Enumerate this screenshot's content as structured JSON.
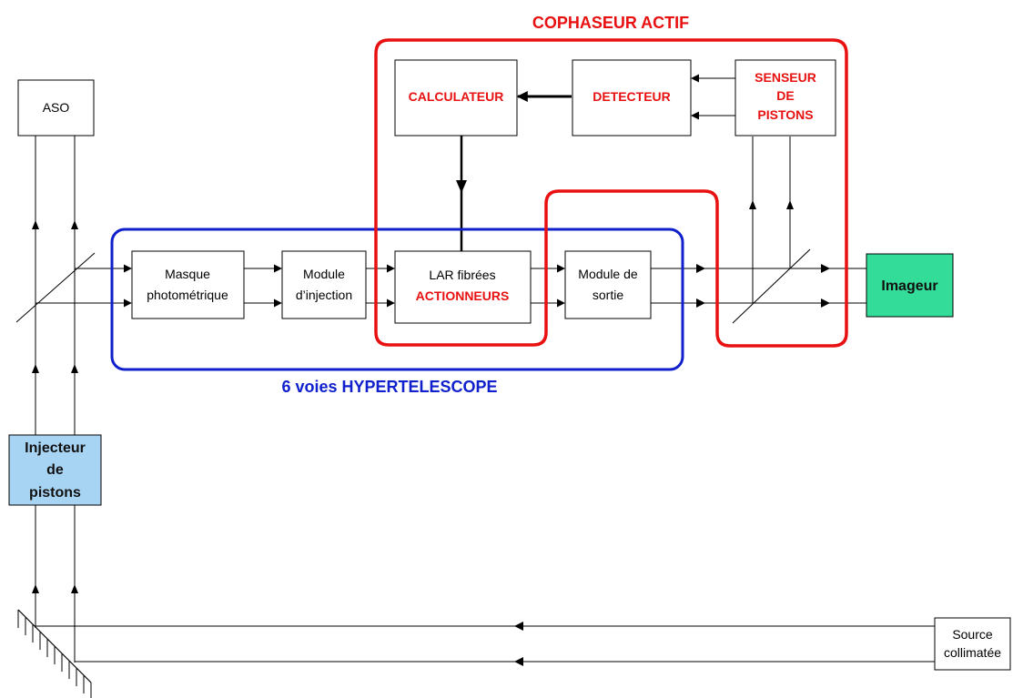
{
  "colors": {
    "red": "#e81010",
    "blue": "#1020cc",
    "imageur_fill": "#33dd99",
    "injecteur_fill": "#a8d4f4"
  },
  "groups": {
    "cophaseur": "COPHASEUR ACTIF",
    "hypertelescope": "6 voies HYPERTELESCOPE"
  },
  "boxes": {
    "aso": "ASO",
    "masque_l1": "Masque",
    "masque_l2": "photométrique",
    "injection_l1": "Module",
    "injection_l2": "d’injection",
    "lar_l1": "LAR fibrées",
    "lar_l2": "ACTIONNEURS",
    "sortie_l1": "Module de",
    "sortie_l2": "sortie",
    "calculateur": "CALCULATEUR",
    "detecteur": "DETECTEUR",
    "senseur_l1": "SENSEUR",
    "senseur_l2": "DE",
    "senseur_l3": "PISTONS",
    "imageur": "Imageur",
    "injecteur_l1": "Injecteur",
    "injecteur_l2": "de",
    "injecteur_l3": "pistons",
    "source_l1": "Source",
    "source_l2": "collimatée"
  }
}
